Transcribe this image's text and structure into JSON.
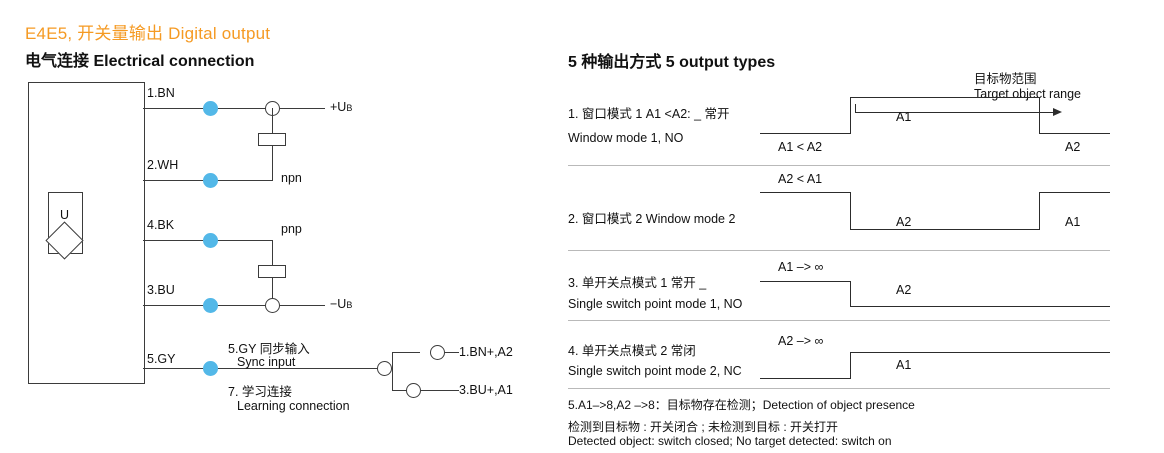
{
  "header": {
    "title": "E4E5, 开关量输出 Digital output",
    "left_section": "电气连接 Electrical connection",
    "right_section": "5 种输出方式  5 output types"
  },
  "electrical": {
    "sensor_label": "U",
    "wires": [
      {
        "name": "1.BN"
      },
      {
        "name": "2.WH"
      },
      {
        "name": "4.BK"
      },
      {
        "name": "3.BU"
      },
      {
        "name": "5.GY"
      }
    ],
    "supply_plus": "+U",
    "supply_plus_sub": "B",
    "supply_minus": "−U",
    "supply_minus_sub": "B",
    "npn": "npn",
    "pnp": "pnp",
    "sync_cn": "5.GY 同步输入",
    "sync_en": "Sync input",
    "learn_cn": "7. 学习连接",
    "learn_en": "Learning connection",
    "out1": "1.BN+,A2",
    "out2": "3.BU+,A1"
  },
  "output_types": {
    "target_range_cn": "目标物范围",
    "target_range_en": "Target object range",
    "rows": [
      {
        "cn": "1. 窗口模式 1 A1 <A2: _ 常开",
        "en": "Window mode 1, NO",
        "left_label": "A1  <  A2",
        "top_label": "A1",
        "right_label": "A2"
      },
      {
        "cn": "2. 窗口模式 2 Window mode 2",
        "en": "",
        "left_label": "A2  <  A1",
        "mid_label": "A2",
        "right_label": "A1"
      },
      {
        "cn": "3. 单开关点模式 1 常开 _",
        "en": "Single switch point mode 1, NO",
        "left_label": "A1 –>  ∞",
        "mid_label": "A2"
      },
      {
        "cn": "4. 单开关点模式 2 常闭",
        "en": "Single switch point mode 2, NC",
        "left_label": "A2 –>  ∞",
        "mid_label": "A1"
      }
    ],
    "footnotes": [
      "5.A1–>8,A2 –>8：目标物存在检测；Detection of object presence",
      "检测到目标物 : 开关闭合 ; 未检测到目标 : 开关打开",
      "Detected object: switch closed; No target detected: switch on"
    ]
  },
  "colors": {
    "accent_orange": "#f59a23",
    "node_blue": "#53b8e8",
    "line_dark": "#3b3b3b",
    "rule_gray": "#b9b9b9"
  }
}
